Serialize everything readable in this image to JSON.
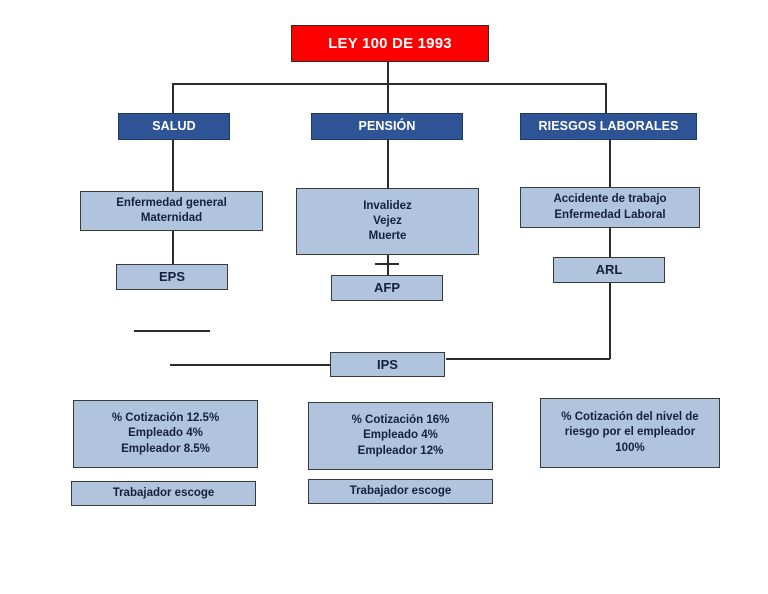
{
  "diagram": {
    "title_box": {
      "label": "LEY 100 DE 1993",
      "color": "#ff0000",
      "text_color": "#ffffff"
    },
    "branches": [
      {
        "name": "salud",
        "label": "SALUD",
        "color": "#2e5496"
      },
      {
        "name": "pension",
        "label": "PENSIÓN",
        "color": "#2e5496"
      },
      {
        "name": "riesgos",
        "label": "RIESGOS LABORALES",
        "color": "#2e5496"
      }
    ],
    "coverage": [
      {
        "name": "salud-coverage",
        "label": "Enfermedad general\nMaternidad"
      },
      {
        "name": "pension-coverage",
        "label": "Invalidez\nVejez\nMuerte"
      },
      {
        "name": "riesgos-coverage",
        "label": "Accidente de trabajo\nEnfermedad Laboral"
      }
    ],
    "entities": [
      {
        "name": "eps",
        "label": "EPS"
      },
      {
        "name": "afp",
        "label": "AFP"
      },
      {
        "name": "arl",
        "label": "ARL"
      }
    ],
    "provider": {
      "name": "ips",
      "label": "IPS"
    },
    "contributions": [
      {
        "name": "salud-contribution",
        "label": "% Cotización 12.5%\nEmpleado 4%\nEmpleador 8.5%"
      },
      {
        "name": "pension-contribution",
        "label": "% Cotización 16%\nEmpleado 4%\nEmpleador 12%"
      },
      {
        "name": "riesgos-contribution",
        "label": "% Cotización del nivel de\nriesgo por el empleador\n100%"
      }
    ],
    "choice": [
      {
        "name": "salud-choice",
        "label": "Trabajador escoge"
      },
      {
        "name": "pension-choice",
        "label": "Trabajador escoge"
      }
    ],
    "colors": {
      "light_box_fill": "#b0c4de",
      "dark_box_fill": "#2e5496",
      "title_fill": "#ff0000",
      "connector": "#2b2b2b",
      "light_box_text": "#14203c"
    }
  }
}
